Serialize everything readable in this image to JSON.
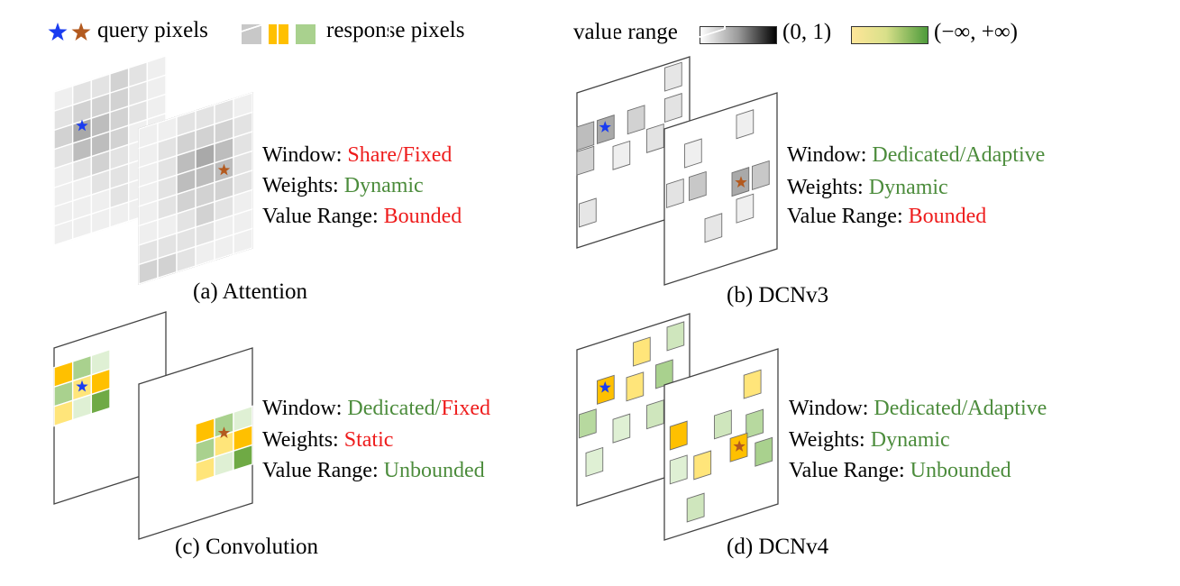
{
  "legend": {
    "query_label": "query pixels",
    "response_label": "response pixels",
    "value_range_label": "value range",
    "bounded_range": "(0, 1)",
    "unbounded_range": "(−∞, +∞)"
  },
  "colors": {
    "query_star_1": "#1a3cf0",
    "query_star_2": "#b35a1f",
    "response_gray": "#c8c8c8",
    "response_yellow": "#ffc000",
    "response_green": "#a9d18e",
    "red_text": "#ee1c1c",
    "green_text": "#4c8c3c"
  },
  "panels": [
    {
      "caption": "(a) Attention",
      "window_key": "Window: ",
      "window_val1": "Share/Fixed",
      "window_val2": "",
      "weights_key": "Weights: ",
      "weights_val": "Dynamic",
      "range_key": "Value Range: ",
      "range_val": "Bounded"
    },
    {
      "caption": "(b) DCNv3",
      "window_key": "Window: ",
      "window_val1": "Dedicated/Adaptive",
      "window_val2": "",
      "weights_key": "Weights: ",
      "weights_val": "Dynamic",
      "range_key": "Value Range: ",
      "range_val": "Bounded"
    },
    {
      "caption": "(c) Convolution",
      "window_key": "Window: ",
      "window_val1": "Dedicated/",
      "window_val2": "Fixed",
      "weights_key": "Weights: ",
      "weights_val": "Static",
      "range_key": "Value Range: ",
      "range_val": "Unbounded"
    },
    {
      "caption": "(d) DCNv4",
      "window_key": "Window: ",
      "window_val1": "Dedicated/Adaptive",
      "window_val2": "",
      "weights_key": "Weights: ",
      "weights_val": "Dynamic",
      "range_key": "Value Range: ",
      "range_val": "Unbounded"
    }
  ]
}
